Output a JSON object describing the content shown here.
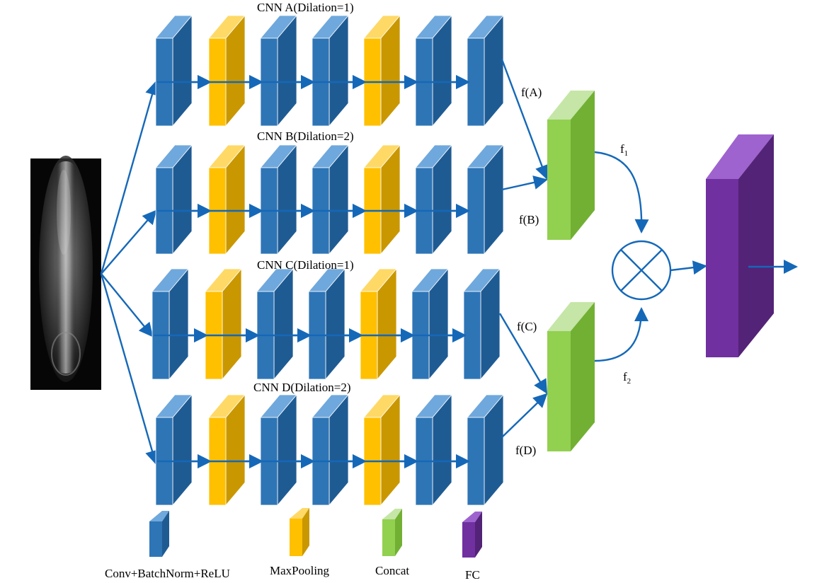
{
  "branches": [
    {
      "title": "CNN A(Dilation=1)",
      "output_label": "f(A)"
    },
    {
      "title": "CNN B(Dilation=2)",
      "output_label": "f(B)"
    },
    {
      "title": "CNN C(Dilation=1)",
      "output_label": "f(C)"
    },
    {
      "title": "CNN D(Dilation=2)",
      "output_label": "f(D)"
    }
  ],
  "branch_layer_sequence": [
    "conv",
    "maxpool",
    "conv",
    "conv",
    "maxpool",
    "conv",
    "conv"
  ],
  "fusion": {
    "f1": {
      "base": "f",
      "sub": "1"
    },
    "f2": {
      "base": "f",
      "sub": "2"
    },
    "operator": "multiply-icon"
  },
  "legend": [
    {
      "key": "conv",
      "label": "Conv+BatchNorm+ReLU"
    },
    {
      "key": "maxpool",
      "label": "MaxPooling"
    },
    {
      "key": "concat",
      "label": "Concat"
    },
    {
      "key": "fc",
      "label": "FC"
    }
  ],
  "colors": {
    "conv": {
      "front": "#2e75b6",
      "side": "#1f5b93",
      "top": "#6fa8dc"
    },
    "maxpool": {
      "front": "#ffc000",
      "side": "#c99700",
      "top": "#ffd966"
    },
    "concat": {
      "front": "#92d050",
      "side": "#72b034",
      "top": "#c5e6a6"
    },
    "fc": {
      "front": "#7030a0",
      "side": "#532377",
      "top": "#9e63cf"
    },
    "arrow": "#1568b8"
  }
}
